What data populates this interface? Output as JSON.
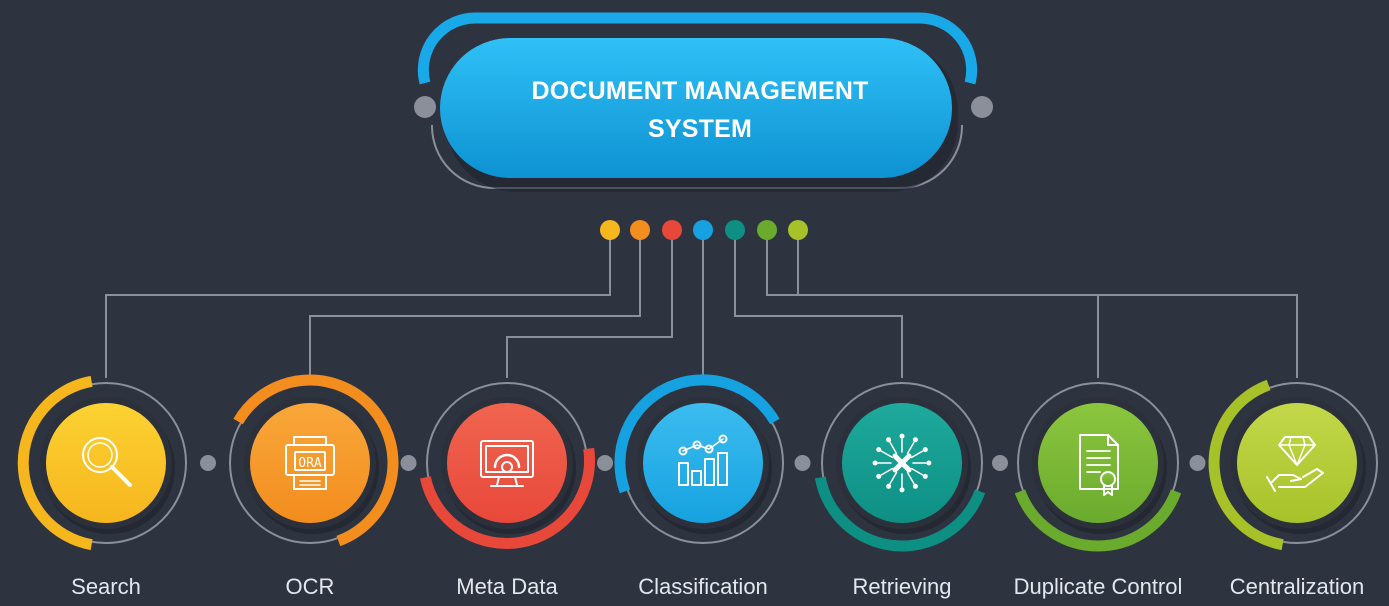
{
  "title": {
    "line1": "DOCUMENT MANAGEMENT",
    "line2": "SYSTEM",
    "color": "#1aa9e8"
  },
  "colors": {
    "background": "#2e3340",
    "connector": "#8a8f99",
    "node_inner": "#2b303b"
  },
  "items": [
    {
      "label": "Search",
      "icon": "magnifier-icon",
      "color": "#f6b61d",
      "light": "#fcd233"
    },
    {
      "label": "OCR",
      "icon": "ocr-scanner-icon",
      "color": "#f28d1e",
      "light": "#f9a73a"
    },
    {
      "label": "Meta Data",
      "icon": "monitor-gear-icon",
      "color": "#e8483a",
      "light": "#f0654f"
    },
    {
      "label": "Classification",
      "icon": "bar-chart-icon",
      "color": "#16a2e0",
      "light": "#3cbcef"
    },
    {
      "label": "Retrieving",
      "icon": "network-node-icon",
      "color": "#0e8f84",
      "light": "#1eaa9c"
    },
    {
      "label": "Duplicate Control",
      "icon": "certificate-icon",
      "color": "#6aaa2d",
      "light": "#8cc63f"
    },
    {
      "label": "Centralization",
      "icon": "diamond-hand-icon",
      "color": "#a7c229",
      "light": "#c3d84a"
    }
  ]
}
